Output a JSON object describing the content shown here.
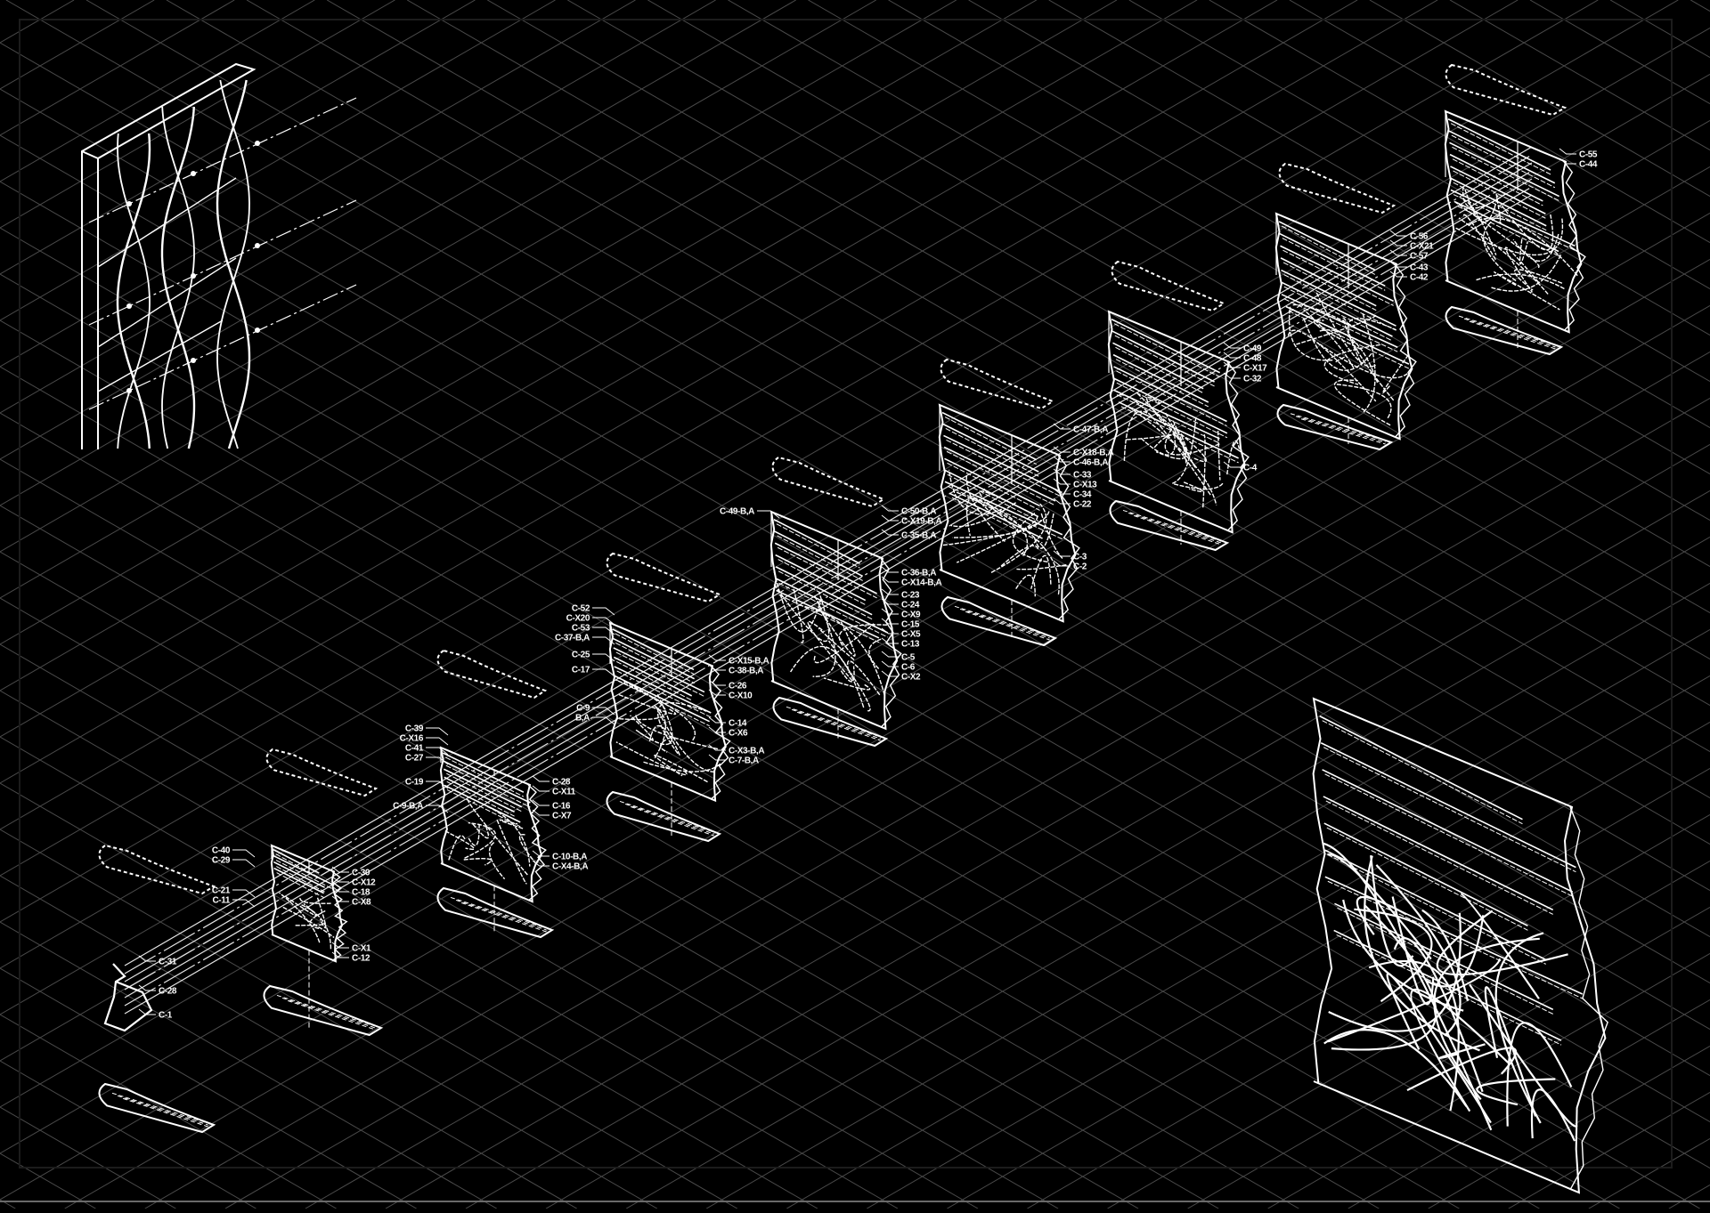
{
  "diagram": {
    "type": "exploded isometric assembly of facade panel modules",
    "colors": {
      "background": "#000000",
      "grid": "#4a4a4a",
      "linework": "#ffffff"
    },
    "label_groups": [
      {
        "module": "m2",
        "side": "left",
        "labels": [
          "C-40",
          "C-29"
        ]
      },
      {
        "module": "m2",
        "side": "right",
        "labels": [
          "C-30",
          "C-X12",
          "C-18",
          "C-X8"
        ]
      },
      {
        "module": "m2",
        "side": "left",
        "labels": [
          "C-21",
          "C-11"
        ]
      },
      {
        "module": "m2",
        "side": "right",
        "labels": [
          "C-X1",
          "C-12"
        ]
      },
      {
        "module": "m1",
        "side": "right",
        "labels": [
          "C-31"
        ]
      },
      {
        "module": "m1",
        "side": "right",
        "labels": [
          "C-28"
        ]
      },
      {
        "module": "m1",
        "side": "right",
        "labels": [
          "C-1"
        ]
      },
      {
        "module": "m3",
        "side": "left",
        "labels": [
          "C-39",
          "C-X16",
          "C-41",
          "C-27"
        ]
      },
      {
        "module": "m3",
        "side": "left",
        "labels": [
          "C-19"
        ]
      },
      {
        "module": "m3",
        "side": "left",
        "labels": [
          "C-9-B,A"
        ]
      },
      {
        "module": "m3",
        "side": "right",
        "labels": [
          "C-28",
          "C-X11"
        ]
      },
      {
        "module": "m3",
        "side": "right",
        "labels": [
          "C-16",
          "C-X7"
        ]
      },
      {
        "module": "m3",
        "side": "right",
        "labels": [
          "C-10-B,A",
          "C-X4-B,A"
        ]
      },
      {
        "module": "m4",
        "side": "left",
        "labels": [
          "C-52",
          "C-X20",
          "C-53",
          "C-37-B,A"
        ]
      },
      {
        "module": "m4",
        "side": "left",
        "labels": [
          "C-25"
        ]
      },
      {
        "module": "m4",
        "side": "left",
        "labels": [
          "C-17"
        ]
      },
      {
        "module": "m4",
        "side": "left",
        "labels": [
          "C-9",
          "B,A"
        ]
      },
      {
        "module": "m4",
        "side": "right",
        "labels": [
          "C-X15-B,A",
          "C-38-B,A"
        ]
      },
      {
        "module": "m4",
        "side": "right",
        "labels": [
          "C-26",
          "C-X10"
        ]
      },
      {
        "module": "m4",
        "side": "right",
        "labels": [
          "C-14",
          "C-X6"
        ]
      },
      {
        "module": "m4",
        "side": "right",
        "labels": [
          "C-X3-B,A",
          "C-7-B,A"
        ]
      },
      {
        "module": "m5",
        "side": "left",
        "labels": [
          "C-49-B,A"
        ]
      },
      {
        "module": "m5",
        "side": "right",
        "labels": [
          "C-50-B,A",
          "C-X19-B,A"
        ]
      },
      {
        "module": "m5",
        "side": "right",
        "labels": [
          "C-35-B,A"
        ]
      },
      {
        "module": "m5",
        "side": "right",
        "labels": [
          "C-36-B,A",
          "C-X14-B,A"
        ]
      },
      {
        "module": "m5",
        "side": "right",
        "labels": [
          "C-23",
          "C-24",
          "C-X9",
          "C-15",
          "C-X5",
          "C-13"
        ]
      },
      {
        "module": "m5",
        "side": "right",
        "labels": [
          "C-5",
          "C-6",
          "C-X2"
        ]
      },
      {
        "module": "m6",
        "side": "right",
        "labels": [
          "C-47-B,A"
        ]
      },
      {
        "module": "m6",
        "side": "right",
        "labels": [
          "C-X18-B,A",
          "C-46-B,A"
        ]
      },
      {
        "module": "m6",
        "side": "right",
        "labels": [
          "C-33",
          "C-X13",
          "C-34",
          "C-22"
        ]
      },
      {
        "module": "m6",
        "side": "right",
        "labels": [
          "C-3",
          "C-2"
        ]
      },
      {
        "module": "m7",
        "side": "right",
        "labels": [
          "C-49",
          "C-48",
          "C-X17"
        ]
      },
      {
        "module": "m7",
        "side": "right",
        "labels": [
          "C-32"
        ]
      },
      {
        "module": "m7",
        "side": "right",
        "labels": [
          "C-4"
        ]
      },
      {
        "module": "m8",
        "side": "right",
        "labels": [
          "C-56",
          "C-X21",
          "C-57"
        ]
      },
      {
        "module": "m8",
        "side": "right",
        "labels": [
          "C-43",
          "C-42"
        ]
      },
      {
        "module": "m9",
        "side": "right",
        "labels": [
          "C-55",
          "C-44"
        ]
      }
    ]
  }
}
